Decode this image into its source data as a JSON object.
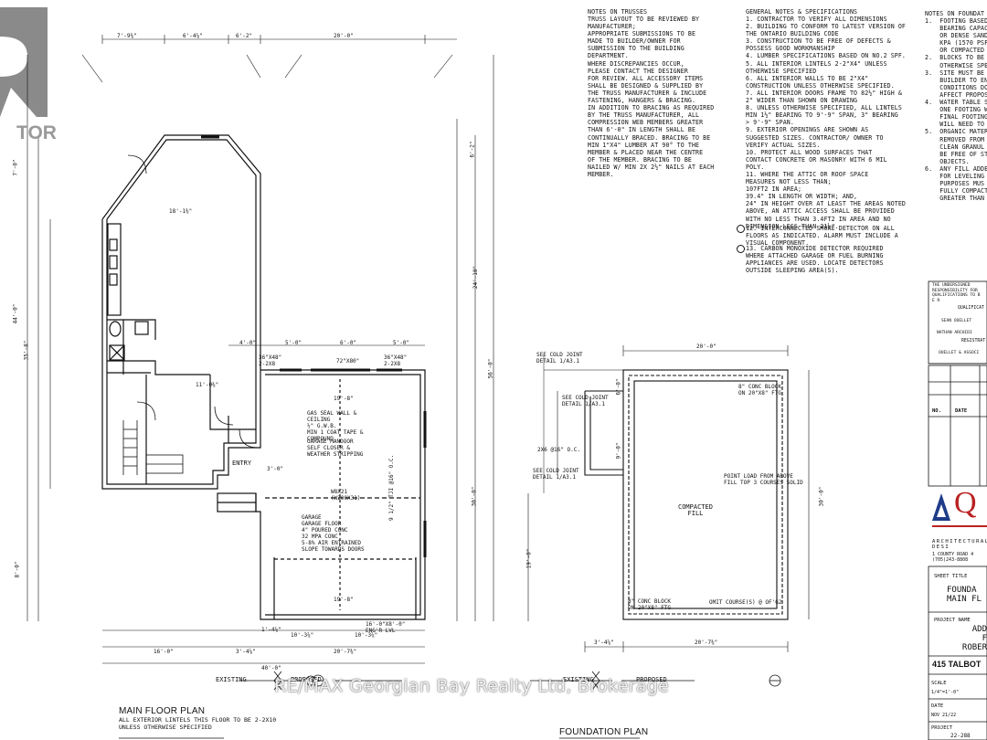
{
  "watermark": "RE/MAX Georgian Bay Realty Ltd, Brokerage",
  "logo_fragment": "TOR",
  "notes_trusses": {
    "heading": "NOTES ON TRUSSES",
    "body": "TRUSS LAYOUT TO BE REVIEWED BY\nMANUFACTURER;\nAPPROPRIATE SUBMISSIONS TO BE\nMADE TO BUILDER/OWNER FOR\nSUBMISSION TO THE BUILDING\nDEPARTMENT.\nWHERE DISCREPANCIES OCCUR,\nPLEASE CONTACT THE DESIGNER\nFOR REVIEW. ALL ACCESSORY ITEMS\nSHALL BE DESIGNED & SUPPLIED BY\nTHE TRUSS MANUFACTURER & INCLUDE\nFASTENING, HANGERS & BRACING.\nIN ADDITION TO BRACING AS REQUIRED\nBY THE TRUSS MANUFACTURER, ALL\nCOMPRESSION WEB MEMBERS GREATER\nTHAN 6'-0\" IN LENGTH SHALL BE\nCONTINUALLY BRACED. BRACING TO BE\nMIN 1\"X4\" LUMBER AT 90° TO THE\nMEMBER & PLACED NEAR THE CENTRE\nOF THE MEMBER. BRACING TO BE\nNAILED W/ MIN 2x 2½\" NAILS AT EACH\nMEMBER."
  },
  "general_notes": {
    "heading": "GENERAL NOTES & SPECIFICATIONS",
    "body": "1. CONTRACTOR TO VERIFY ALL DIMENSIONS\n2. BUILDING TO CONFORM TO LATEST VERSION OF\nTHE ONTARIO BUILDING CODE\n3. CONSTRUCTION TO BE FREE OF DEFECTS &\nPOSSESS GOOD WORKMANSHIP\n4. LUMBER SPECIFICATIONS BASED ON NO.2 SPF.\n5. ALL INTERIOR LINTELS 2-2\"X4\" UNLESS\nOTHERWISE SPECIFIED\n6. ALL INTERIOR WALLS TO BE 2\"X4\"\nCONSTRUCTION UNLESS OTHERWISE SPECIFIED.\n7. ALL INTERIOR DOORS FRAME TO 82½\" HIGH &\n2\" WIDER THAN SHOWN ON DRAWING\n8. UNLESS OTHERWISE SPECIFIED, ALL LINTELS\nMIN 1½\" BEARING TO 9'-9\" SPAN, 3\" BEARING\n> 9'-9\" SPAN.\n9. EXTERIOR OPENINGS ARE SHOWN AS\nSUGGESTED SIZES. CONTRACTOR/ OWNER TO\nVERIFY ACTUAL SIZES.\n10. PROTECT ALL WOOD SURFACES THAT\nCONTACT CONCRETE OR MASONRY WITH 6 MIL\nPOLY.\n11. WHERE THE ATTIC OR ROOF SPACE\nMEASURES NOT LESS THAN;\n107FT2 IN AREA;\n39.4\" IN LENGTH OR WIDTH; AND,\n24\" IN HEIGHT OVER AT LEAST THE AREAS NOTED\nABOVE, AN ATTIC ACCESS SHALL BE PROVIDED\nWITH NO LESS THAN 3.4FT2 IN AREA AND NO\nDIMENSION LESS THAN 21½\".",
    "item12": "12. INTERCONNECTED SMOKE DETECTOR ON ALL\nFLOORS AS INDICATED. ALARM MUST INCLUDE A\nVISUAL COMPONENT.",
    "item13": "13. CARBON MONOXIDE DETECTOR REQUIRED\nWHERE ATTACHED GARAGE OR FUEL BURNING\nAPPLIANCES ARE USED. LOCATE DETECTORS\nOUTSIDE SLEEPING AREA(S)."
  },
  "notes_foundation": {
    "heading": "NOTES ON FOUNDAT",
    "body": "1.  FOOTING BASED\n    BEARING CAPAC\n    OR DENSE SAND\n    KPA (1570 PSF\n    OR COMPACTED\n2.  BLOCKS TO BE\n    OTHERWISE SPE\n3.  SITE MUST BE I\n    BUILDER TO ENS\n    CONDITIONS DO\n    AFFECT PROPOS\n4.  WATER TABLE S\n    ONE FOOTING W\n    FINAL FOOTING\n    WILL NEED TO B\n5.  ORGANIC MATER\n    REMOVED FROM\n    CLEAN GRANUL\n    BE FREE OF ST\n    OBJECTS.\n6.  ANY FILL ADDE\n    FOR LEVELING C\n    PURPOSES MUS\n    FULLY COMPACT\n    GREATER THAN"
  },
  "main_floor": {
    "title": "MAIN FLOOR PLAN",
    "subtitle": "ALL EXTERIOR LINTELS THIS FLOOR TO BE 2-2X10\nUNLESS OTHERWISE SPECIFIED",
    "existing": "EXISTING",
    "proposed": "PROPOSED",
    "entry": "ENTRY",
    "garage_note": "GARAGE\nGARAGE FLOOR\n4\" POURED CONC\n32 MPa CONC\n5-8% AIR ENTRAINED\nSLOPE TOWARDS DOORS",
    "gas_seal": "GAS SEAL WALL &\nCEILING\n½\" G.W.B.\nMIN 1 COAT TAPE &\nCOMPOUND",
    "garage_door": "GARAGE MANDOOR\nSELF CLOSER &\nWEATHER STRIPPING",
    "beam": "W8X21\n(W200X31)",
    "joists": "9 1/2\" TJI @16\" O.C.",
    "dims": {
      "top1": "7'-9⅜\"",
      "top2": "6'-4⅞\"",
      "top3": "6'-2\"",
      "top4": "20'-0\"",
      "mid1": "4'-0\"",
      "mid2": "5'-0\"",
      "mid3": "6'-0\"",
      "mid4": "5'-0\"",
      "bot1": "16'-0\"",
      "bot2": "20'-7⅜\"",
      "bot3": "40'-0\"",
      "bot4": "10'-3⅞\"",
      "bot5": "10'-3⅞\"",
      "bot6": "3'-4⅝\"",
      "bot7": "1'-4⅞\"",
      "right1": "24'-10\"",
      "right2": "56'-0\"",
      "right3": "30'-0\"",
      "right4": "6'-2\"",
      "left1": "44'-0\"",
      "left2": "35'-8\"",
      "left3": "7'-0\"",
      "left4": "8'-0\"",
      "inner1": "18'-1⅜\"",
      "inner2": "11'-0⅜\"",
      "inner3": "19'-8\"",
      "inner4": "19'-8\"",
      "inner5": "3'-0\"",
      "win1": "36\"X48\"\n2-2X8",
      "win2": "72\"X80\"",
      "win3": "36\"X48\"\n2-2X8",
      "garage_door_dim": "16'-0\"X8'-0\"\nENG'R LVL"
    }
  },
  "foundation": {
    "title": "FOUNDATION PLAN",
    "existing": "EXISTING",
    "proposed": "PROPOSED",
    "fill": "COMPACTED\nFILL",
    "cold_joint1": "SEE COLD JOINT\nDETAIL 1/A3.1",
    "cold_joint2": "SEE COLD JOINT\nDETAIL 1/A3.1",
    "cold_joint3": "SEE COLD JOINT\nDETAIL 1/A3.1",
    "block1": "8\" CONC BLOCK\nON 20\"X8\" FTG",
    "block2": "8\" CONC BLOCK\nON 20\"X8\" FTG",
    "point_load": "POINT LOAD FROM ABOVE\nFILL TOP 3 COURSES SOLID",
    "omit": "OMIT COURSE(S) @ OF'G2",
    "studs": "2X6 @16\" O.C.",
    "dims": {
      "top": "20'-0\"",
      "left": "6'-0\"",
      "left2": "9'-0\"",
      "left3": "19'-0\"",
      "right": "30'-0\"",
      "bot1": "3'-4⅝\"",
      "bot2": "20'-7⅜\""
    }
  },
  "title_block": {
    "undersigned": "THE UNDERSIGNED\nRESPONSIBILITY FOR\nQUALIFICATIONS TO B\nE R",
    "qualificat": "QUALIFICAT",
    "sean": "SEAN OUELLET",
    "nathan": "NATHAN ARCHIDI",
    "registrat": "REGISTRAT",
    "firm": "OUELLET & ASSOCI",
    "no": "NO.",
    "date_col": "DATE",
    "logo_letter": "Q",
    "architectural": "ARCHITECTURAL DESI",
    "address_line": "1 COUNTY ROAD 4\n(705)243-8808",
    "sheet_title_label": "SHEET TITLE",
    "sheet_title": "FOUNDA\nMAIN FL",
    "project_name_label": "PROJECT NAME",
    "project_name": "ADD\nF\nROBER",
    "address": "415 TALBOT",
    "scale_label": "SCALE",
    "scale": "1/4\"=1'-0\"",
    "date_label": "DATE",
    "date": "NOV 21/22",
    "project_label": "PROJECT",
    "project": "22-288"
  }
}
